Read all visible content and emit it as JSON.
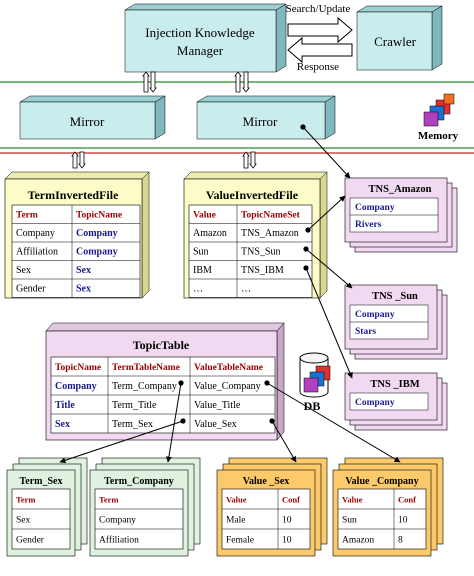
{
  "top": {
    "manager_line1": "Injection Knowledge",
    "manager_line2": "Manager",
    "crawler": "Crawler",
    "search_update": "Search/Update",
    "response": "Response"
  },
  "memory": {
    "label": "Memory",
    "mirror_left": "Mirror",
    "mirror_right": "Mirror"
  },
  "term_inverted": {
    "title": "TermInvertedFile",
    "headers": [
      "Term",
      "TopicName"
    ],
    "rows": [
      [
        "Company",
        "Company"
      ],
      [
        "Affiliation",
        "Company"
      ],
      [
        "Sex",
        "Sex"
      ],
      [
        "Gender",
        "Sex"
      ]
    ]
  },
  "value_inverted": {
    "title": "ValueInvertedFile",
    "headers": [
      "Value",
      "TopicNameSet"
    ],
    "rows": [
      [
        "Amazon",
        "TNS_Amazon"
      ],
      [
        "Sun",
        "TNS_Sun"
      ],
      [
        "IBM",
        "TNS_IBM"
      ],
      [
        "…",
        "…"
      ]
    ]
  },
  "tns": [
    {
      "title": "TNS_Amazon",
      "items": [
        "Company",
        "Rivers"
      ]
    },
    {
      "title": "TNS _Sun",
      "items": [
        "Company",
        "Stars"
      ]
    },
    {
      "title": "TNS _IBM",
      "items": [
        "Company"
      ]
    }
  ],
  "topic_table": {
    "title": "TopicTable",
    "headers": [
      "TopicName",
      "TermTableName",
      "ValueTableName"
    ],
    "rows": [
      [
        "Company",
        "Term_Company",
        "Value_Company"
      ],
      [
        "Title",
        "Term_Title",
        "Value_Title"
      ],
      [
        "Sex",
        "Term_Sex",
        "Value_Sex"
      ]
    ]
  },
  "db_label": "DB",
  "bottom_tables": [
    {
      "title": "Term_Sex",
      "headers": [
        "Term"
      ],
      "rows": [
        [
          "Sex"
        ],
        [
          "Gender"
        ]
      ]
    },
    {
      "title": "Term_Company",
      "headers": [
        "Term"
      ],
      "rows": [
        [
          "Company"
        ],
        [
          "Affiliation"
        ]
      ]
    },
    {
      "title": "Value _Sex",
      "headers": [
        "Value",
        "Conf"
      ],
      "rows": [
        [
          "Male",
          "10"
        ],
        [
          "Female",
          "10"
        ]
      ]
    },
    {
      "title": "Value _Company",
      "headers": [
        "Value",
        "Conf"
      ],
      "rows": [
        [
          "Sun",
          "10"
        ],
        [
          "Amazon",
          "8"
        ]
      ]
    }
  ],
  "colors": {
    "cyan_box": "#c9ecec",
    "cyan_side": "#9ccfd2",
    "yellow_table": "#fcfcc8",
    "pink_table": "#f2d9f2",
    "orange_table": "#fcca6a",
    "green_table": "#dff2df",
    "header_red": "#990000",
    "blue_text": "#1a1a8c",
    "memory_line": "#2a8a2a",
    "db_line": "#c22a2a"
  }
}
